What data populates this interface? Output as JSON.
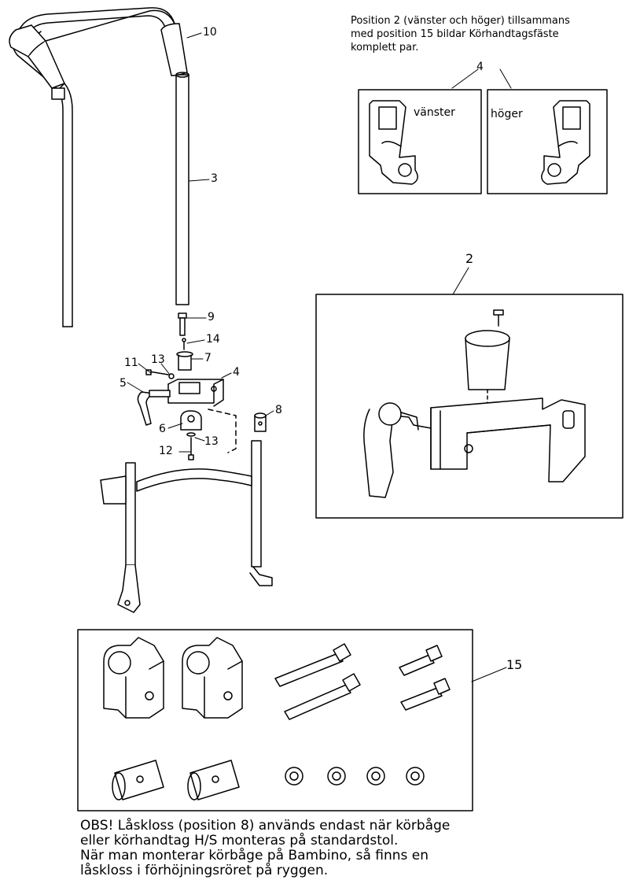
{
  "note_top": {
    "lines": [
      "Position 2 (vänster och höger) tillsammans",
      "med position 15 bildar Körhandtagsfäste",
      "komplett par."
    ]
  },
  "inset_labels": {
    "pair_number": "4",
    "left": "vänster",
    "right": "höger"
  },
  "callouts": {
    "c10": "10",
    "c3": "3",
    "c9": "9",
    "c14": "14",
    "c7": "7",
    "c11": "11",
    "c13a": "13",
    "c4": "4",
    "c5": "5",
    "c8": "8",
    "c6": "6",
    "c13b": "13",
    "c12": "12",
    "c2": "2",
    "c15": "15"
  },
  "note_bottom": {
    "lines": [
      "OBS! Låskloss (position 8) används endast när körbåge",
      "eller körhandtag H/S monteras på standardstol.",
      "När man monterar körbåge på Bambino, så finns en",
      "låskloss i förhöjningsröret på ryggen."
    ]
  }
}
